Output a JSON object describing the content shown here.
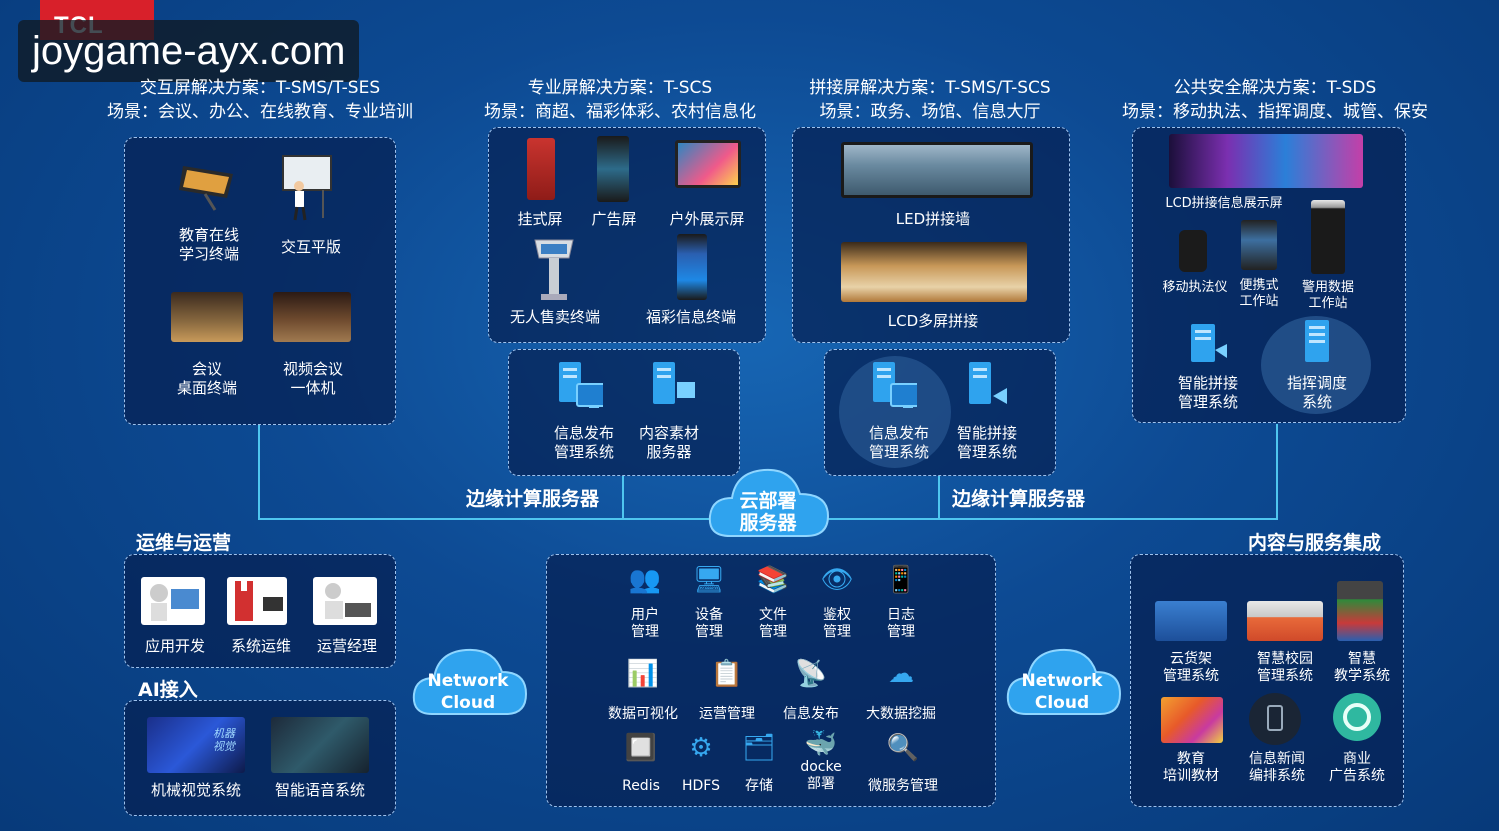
{
  "watermark": "joygame-ayx.com",
  "logo": "TCL",
  "solutions": [
    {
      "title": "交互屏解决方案：T-SMS/T-SES",
      "scene": "场景：会议、办公、在线教育、专业培训"
    },
    {
      "title": "专业屏解决方案：T-SCS",
      "scene": "场景：商超、福彩体彩、农村信息化"
    },
    {
      "title": "拼接屏解决方案：T-SMS/T-SCS",
      "scene": "场景：政务、场馆、信息大厅"
    },
    {
      "title": "公共安全解决方案：T-SDS",
      "scene": "场景：移动执法、指挥调度、城管、保安"
    }
  ],
  "interactive": {
    "items": [
      "教育在线\n学习终端",
      "交互平版",
      "会议\n桌面终端",
      "视频会议\n一体机"
    ]
  },
  "professional": {
    "items": [
      "挂式屏",
      "广告屏",
      "户外展示屏",
      "无人售卖终端",
      "福彩信息终端"
    ],
    "servers": [
      "信息发布\n管理系统",
      "内容素材\n服务器"
    ]
  },
  "splicing": {
    "items": [
      "LED拼接墙",
      "LCD多屏拼接"
    ],
    "servers": [
      "信息发布\n管理系统",
      "智能拼接\n管理系统"
    ]
  },
  "security": {
    "items": [
      "LCD拼接信息展示屏",
      "移动执法仪",
      "便携式\n工作站",
      "警用数据\n工作站"
    ],
    "servers": [
      "智能拼接\n管理系统",
      "指挥调度\n系统"
    ]
  },
  "edge_left": "边缘计算服务器",
  "edge_right": "边缘计算服务器",
  "cloud_center": "云部署\n服务器",
  "network_cloud_left": "Network\nCloud",
  "network_cloud_right": "Network\nCloud",
  "ops": {
    "title": "运维与运营",
    "items": [
      "应用开发",
      "系统运维",
      "运营经理"
    ]
  },
  "ai": {
    "title": "AI接入",
    "items": [
      "机械视觉系统",
      "智能语音系统"
    ],
    "thumb_text": "机器\n视觉"
  },
  "platform": {
    "row1": [
      "用户\n管理",
      "设备\n管理",
      "文件\n管理",
      "鉴权\n管理",
      "日志\n管理"
    ],
    "row2": [
      "数据可视化",
      "运营管理",
      "信息发布",
      "大数据挖掘"
    ],
    "row3": [
      "Redis",
      "HDFS",
      "存储",
      "docke\n部署",
      "微服务管理"
    ]
  },
  "content": {
    "title": "内容与服务集成",
    "items": [
      "云货架\n管理系统",
      "智慧校园\n管理系统",
      "智慧\n教学系统",
      "教育\n培训教材",
      "信息新闻\n编排系统",
      "商业\n广告系统"
    ]
  },
  "colors": {
    "background": "#0d4a93",
    "accent": "#4fc6ef",
    "border": "#9fc3ee",
    "logo": "#d8202a"
  }
}
